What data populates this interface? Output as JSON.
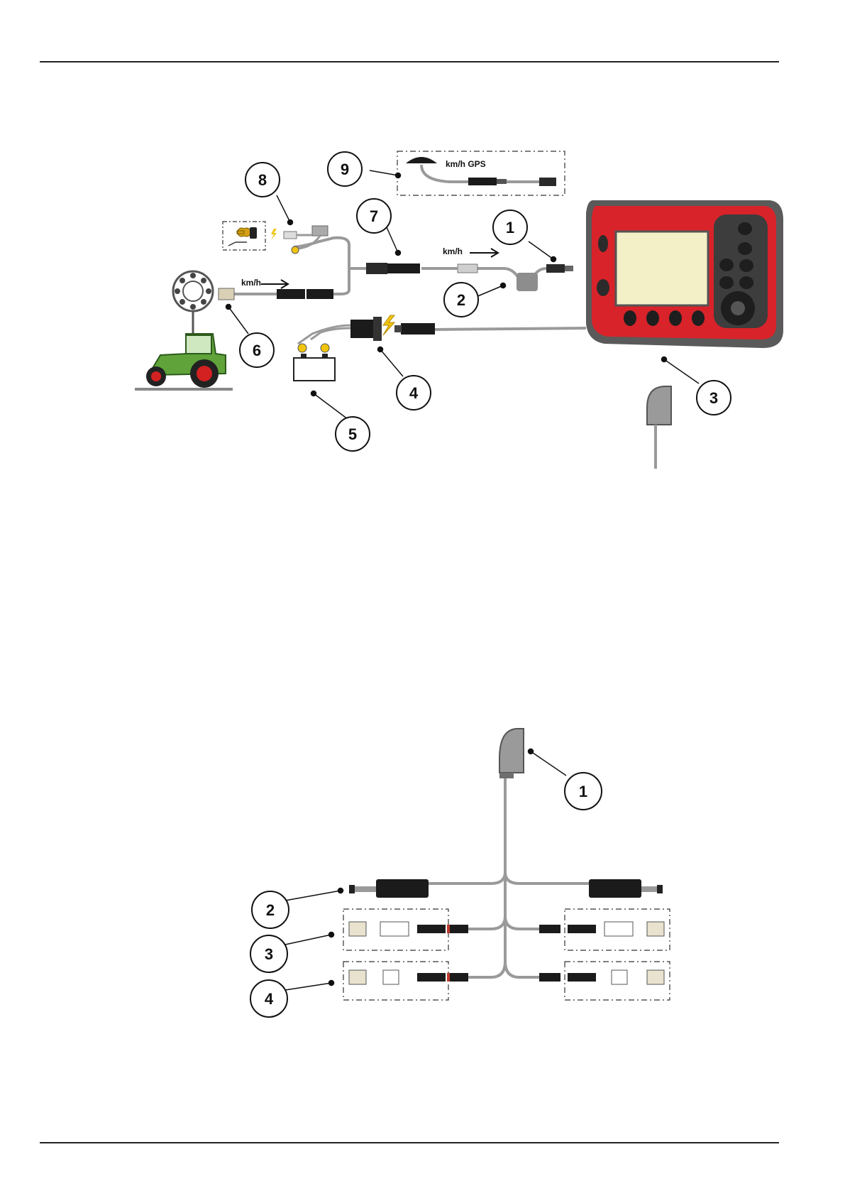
{
  "figure_top": {
    "callouts": [
      "1",
      "2",
      "3",
      "4",
      "5",
      "6",
      "7",
      "8",
      "9"
    ],
    "gps_label": "km/h GPS",
    "speed_label_signal": "km/h",
    "speed_label_wheel": "km/h"
  },
  "figure_bottom": {
    "callouts": [
      "1",
      "2",
      "3",
      "4"
    ]
  },
  "colors": {
    "terminal_red": "#d8232a",
    "terminal_frame": "#5a5a5a",
    "screen": "#f3f0c8",
    "cable": "#9a9a9a",
    "tractor_green": "#5fa33a",
    "wheel_red": "#d32020"
  },
  "icons": [
    "terminal",
    "tractor",
    "wheel-sensor-disc",
    "battery",
    "key-switch",
    "gps-antenna",
    "machine-plug",
    "actuator",
    "sensor"
  ]
}
